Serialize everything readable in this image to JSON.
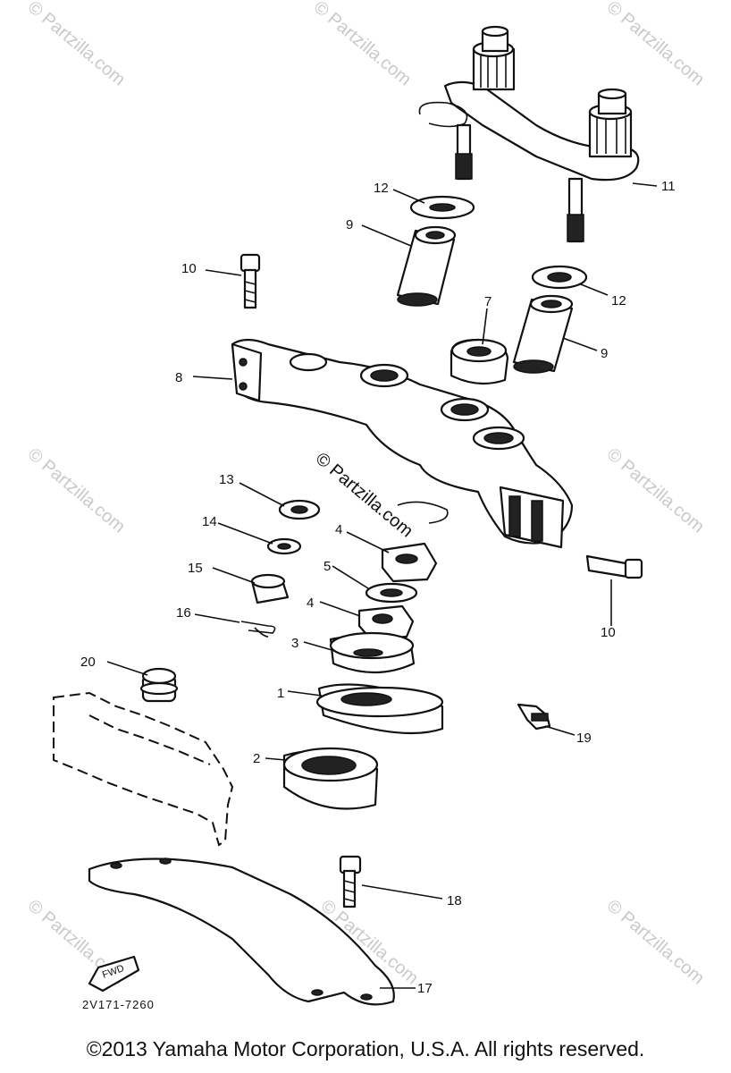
{
  "watermark_text": "© Partzilla.com",
  "callouts": [
    {
      "id": "1",
      "label": "1"
    },
    {
      "id": "2",
      "label": "2"
    },
    {
      "id": "3",
      "label": "3"
    },
    {
      "id": "4a",
      "label": "4"
    },
    {
      "id": "4b",
      "label": "4"
    },
    {
      "id": "5",
      "label": "5"
    },
    {
      "id": "7",
      "label": "7"
    },
    {
      "id": "8",
      "label": "8"
    },
    {
      "id": "9a",
      "label": "9"
    },
    {
      "id": "9b",
      "label": "9"
    },
    {
      "id": "10a",
      "label": "10"
    },
    {
      "id": "10b",
      "label": "10"
    },
    {
      "id": "11",
      "label": "11"
    },
    {
      "id": "12a",
      "label": "12"
    },
    {
      "id": "12b",
      "label": "12"
    },
    {
      "id": "13",
      "label": "13"
    },
    {
      "id": "14",
      "label": "14"
    },
    {
      "id": "15",
      "label": "15"
    },
    {
      "id": "16",
      "label": "16"
    },
    {
      "id": "17",
      "label": "17"
    },
    {
      "id": "18",
      "label": "18"
    },
    {
      "id": "19",
      "label": "19"
    },
    {
      "id": "20",
      "label": "20"
    }
  ],
  "fwd_label": "FWD",
  "drawing_code": "2V171-7260",
  "copyright": "©2013 Yamaha Motor Corporation, U.S.A. All rights reserved."
}
